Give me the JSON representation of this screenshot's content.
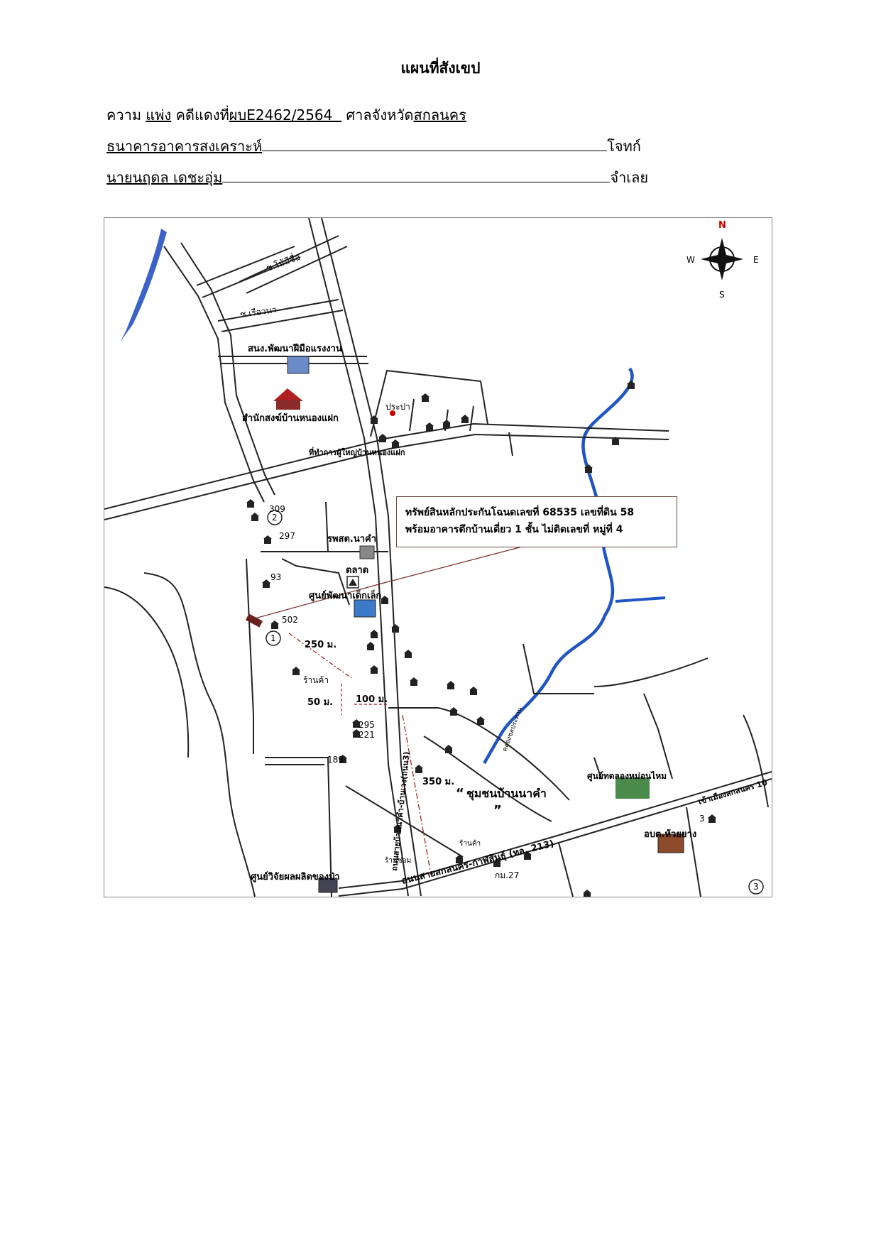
{
  "header": {
    "title": "แผนที่สังเขป",
    "case_prefix": "ความ",
    "case_type": "แพ่ง",
    "case_no_label": "คดีแดงที่",
    "case_no": "ผบE2462/2564",
    "court_label": "ศาลจังหวัด",
    "court_name": "สกลนคร",
    "plaintiff_name": "ธนาคารอาคารสงเคราะห์",
    "plaintiff_role": "โจทก์",
    "defendant_name": "นายนฤดล เดชะอุ่ม",
    "defendant_role": "จำเลย"
  },
  "map": {
    "compass": {
      "n": "N",
      "s": "S",
      "e": "E",
      "w": "W"
    },
    "callout": {
      "line1": "ทรัพย์สินหลักประกันโฉนดเลขที่ 68535 เลขที่ดิน 58",
      "line2": "พร้อมอาคารตึกบ้านเดี่ยว 1 ชั้น ไม่ติดเลขที่  หมู่ที่ 4"
    },
    "labels": {
      "soi1": "ซ.โม้มีชื่อ",
      "soi2": "ซ.เรือวนา",
      "skills": "สนง.พัฒนาฝีมือแรงงาน",
      "monastery": "สำนักสงฆ์บ้านหนองแฝก",
      "water": "ประปา",
      "headman": "ที่ทำการผู้ใหญ่บ้านหนองแฝก",
      "hospital": "รพสต.นาคำ",
      "market": "ตลาด",
      "childcenter": "ศูนย์พัฒนาเด็กเล็ก",
      "shop1": "ร้านค้า",
      "shop2": "ร้านค้า",
      "repair": "ร้านซ่อม",
      "research": "ศูนย์วิจัยผลผลิตของป่า",
      "community": "ชุมชนบ้านนาคำ",
      "quote_open": "“",
      "quote_close": "”",
      "experiment": "ศูนย์ทดลองหม่อนไหม",
      "sao": "อบต.ห้วยยาง",
      "main_road": "ถนนสายสกลนคร-กาฬสินธุ์ (ทล. 213)",
      "km": "กม.27",
      "to_city": "เข้าเมืองสกลนคร 10",
      "vertical_road": "ถนนสายบ้านนาคำ-บ้านเวง(ถนน3)",
      "canal": "คลองชลประทาน"
    },
    "distances": {
      "d250": "250 ม.",
      "d50": "50 ม.",
      "d100": "100 ม.",
      "d350": "350 ม."
    },
    "markers": {
      "m1": "1",
      "m2": "2",
      "m3": "3"
    },
    "house_numbers": {
      "h309": "309",
      "h297": "297",
      "h93": "93",
      "h502": "502",
      "h295": "295",
      "h221": "221",
      "h189": "189",
      "h3": "3"
    }
  }
}
